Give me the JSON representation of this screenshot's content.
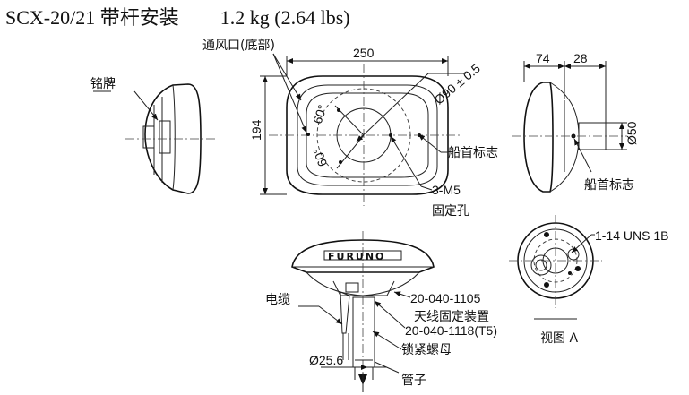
{
  "title": {
    "model": "SCX-20/21 带杆安装",
    "weight": "1.2 kg (2.64 lbs)"
  },
  "labels": {
    "vent": "通风口(底部)",
    "nameplate": "铭牌",
    "bow_mark_top": "船首标志",
    "bow_mark_side": "船首标志",
    "screws": "3-M5",
    "fix_hole": "固定孔",
    "cable": "电缆",
    "part_1": "20-040-1105",
    "antenna_fixture": "天线固定装置",
    "part_2": "20-040-1118(T5)",
    "lock_nut": "锁紧螺母",
    "pipe": "管子",
    "thread": "1-14 UNS 1B",
    "view_a": "视图 A",
    "brand": "FURUNO"
  },
  "dimensions": {
    "width": "250",
    "height": "194",
    "dia_top": "Ø90 ± 0.5",
    "angle_1": "60°",
    "angle_2": "60°",
    "side_74": "74",
    "side_28": "28",
    "dia_50": "Ø50",
    "dia_pipe": "Ø25.6"
  }
}
